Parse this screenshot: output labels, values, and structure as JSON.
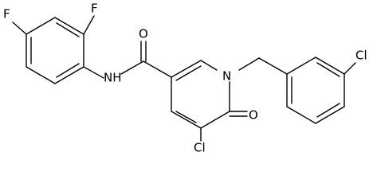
{
  "molecule": {
    "labels": {
      "f_para": "F",
      "f_ortho": "F",
      "nh": "NH",
      "o_amide": "O",
      "n_ring": "N",
      "cl_benzyl": "Cl",
      "cl_ring": "Cl",
      "o_ketone": "O"
    },
    "colors": {
      "ink": "#000000",
      "background": "#ffffff"
    }
  }
}
